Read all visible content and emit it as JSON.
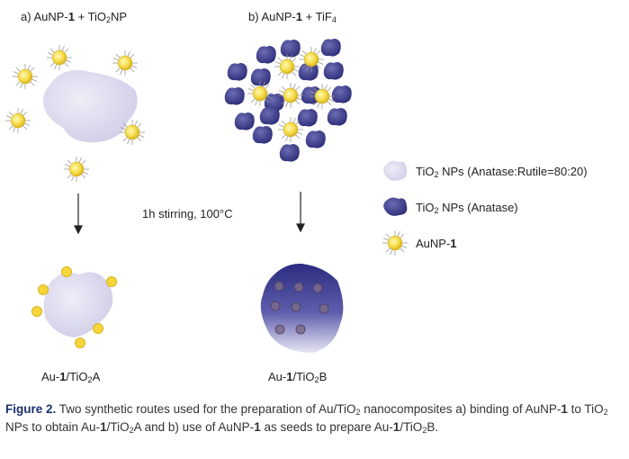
{
  "panel_a": {
    "title_prefix": "a) AuNP-",
    "title_bold": "1",
    "title_suffix": " + TiO",
    "title_sub": "2",
    "title_end": "NP",
    "product_prefix": "Au-",
    "product_bold": "1",
    "product_mid": "/TiO",
    "product_sub": "2",
    "product_end": "A"
  },
  "panel_b": {
    "title_prefix": "b) AuNP-",
    "title_bold": "1",
    "title_suffix": " + TiF",
    "title_sub": "4",
    "product_prefix": "Au-",
    "product_bold": "1",
    "product_mid": "/TiO",
    "product_sub": "2",
    "product_end": "B"
  },
  "condition": "1h stirring, 100°C",
  "legend": [
    {
      "pre": "TiO",
      "sub": "2",
      "post": " NPs (Anatase:Rutile=80:20)",
      "icon": "light-tio2-particle-icon",
      "color": "#d8d6ee"
    },
    {
      "pre": "TiO",
      "sub": "2",
      "post": " NPs (Anatase)",
      "icon": "dark-tio2-particle-icon",
      "color": "#3a3a86"
    },
    {
      "pre": "AuNP-",
      "bold": "1",
      "icon": "gold-nanoparticle-icon",
      "color": "#f2d640"
    }
  ],
  "caption": {
    "label": "Figure 2.",
    "t1": "  Two synthetic routes used for the preparation of Au/TiO",
    "t1s": "2",
    "t2": " nanocomposites a) binding of AuNP-",
    "t2b": "1",
    "t3": " to TiO",
    "t3s": "2",
    "t4": " NPs to obtain Au-",
    "t4b": "1",
    "t5": "/TiO",
    "t5s": "2",
    "t6": "A and b) use of AuNP-",
    "t6b": "1",
    "t7": " as seeds to prepare Au-",
    "t7b": "1",
    "t8": "/TiO",
    "t8s": "2",
    "t9": "B."
  }
}
